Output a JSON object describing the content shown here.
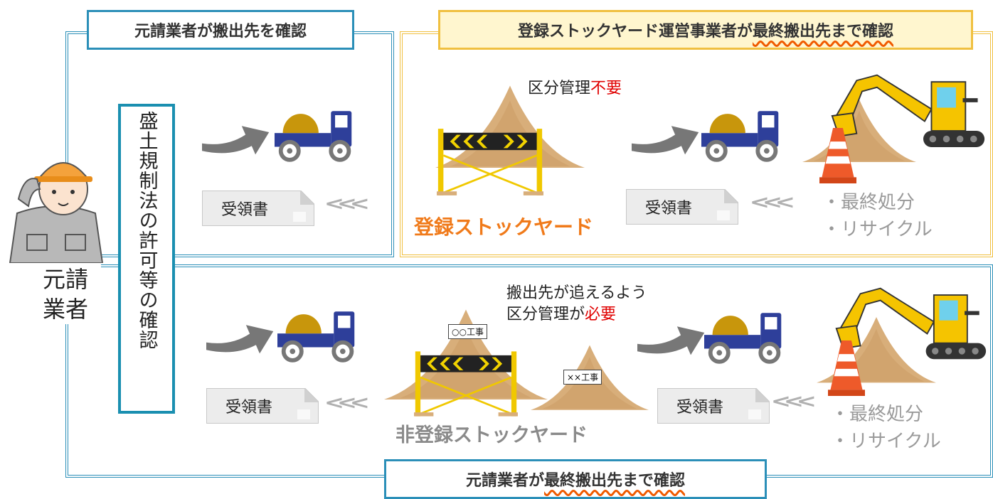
{
  "left_panel": {
    "title": "元請業者が搬出先を確認"
  },
  "right_panel": {
    "title_prefix": "登録ストックヤード運営事業者が",
    "title_emph": "最終搬出先まで確認"
  },
  "bottom_panel": {
    "title_prefix": "元請業者が",
    "title_emph": "最終搬出先まで確認"
  },
  "vertical_box": {
    "text": "盛土規制法の許可等の確認"
  },
  "worker": {
    "label_line1": "元請",
    "label_line2": "業者"
  },
  "receipt_label": "受領書",
  "registered": {
    "label": "登録ストックヤード",
    "note_prefix": "区分管理",
    "note_emph": "不要"
  },
  "unregistered": {
    "label": "非登録ストックヤード",
    "note_line1": "搬出先が追えるよう",
    "note_line2_prefix": "区分管理が",
    "note_line2_emph": "必要",
    "sign_a": "○○工事",
    "sign_b": "××工事"
  },
  "destinations": {
    "item1": "・最終処分",
    "item2": "・リサイクル"
  },
  "colors": {
    "blue_frame": "#2b8fb8",
    "gold_frame": "#f0c040",
    "emphasis": "#e00000",
    "orange_label": "#f07a1a"
  }
}
